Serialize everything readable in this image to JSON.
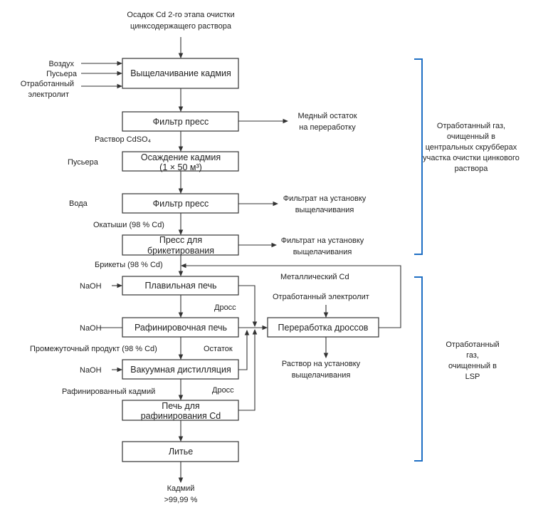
{
  "source": [
    "Осадок Cd 2-го этапа очистки",
    "цинксодержащего раствора"
  ],
  "inputs_leach": [
    "Воздух",
    "Пусьера",
    "Отработанный",
    "электролит"
  ],
  "boxes": {
    "leach": "Выщелачивание кадмия",
    "filter1": "Фильтр пресс",
    "precip": [
      "Осаждение кадмия",
      "(1 × 50 м³)"
    ],
    "filter2": "Фильтр пресс",
    "press": [
      "Пресс для",
      "брикетирования"
    ],
    "melt": "Плавильная печь",
    "refine": "Рафинировочная печь",
    "vacuum": "Вакуумная дистилляция",
    "cd_furnace": [
      "Печь для",
      "рафинирования Cd"
    ],
    "casting": "Литье",
    "dross": "Переработка дроссов"
  },
  "labels": {
    "cdso4": "Раствор CdSO₄",
    "dust": "Пусьера",
    "water": "Вода",
    "pellets": "Окатыши (98 % Cd)",
    "briquettes": "Брикеты (98 % Cd)",
    "naoh": "NaOH",
    "intermediate": "Промежуточный продукт (98 % Cd)",
    "refined": "Рафинированный кадмий",
    "dross1": "Дросс",
    "residue": "Остаток",
    "dross2": "Дросс",
    "metallic": "Металлический Cd",
    "spent_electrolyte": "Отработанный электролит"
  },
  "outputs": {
    "copper": [
      "Медный остаток",
      "на переработку"
    ],
    "filtrate1": [
      "Фильтрат на установку",
      "выщелачивания"
    ],
    "filtrate2": [
      "Фильтрат на установку",
      "выщелачивания"
    ],
    "solution": [
      "Раствор на установку",
      "выщелачивания"
    ],
    "product": [
      "Кадмий",
      ">99,99 %"
    ]
  },
  "gas": {
    "upper": [
      "Отработанный газ,",
      "очищенный в",
      "центральных скрубберах",
      "участка очистки цинкового",
      "раствора"
    ],
    "lower": [
      "Отработанный",
      "газ,",
      "очищенный в",
      "LSP"
    ]
  },
  "colors": {
    "bracket": "#1f6fc4",
    "line": "#333333"
  }
}
